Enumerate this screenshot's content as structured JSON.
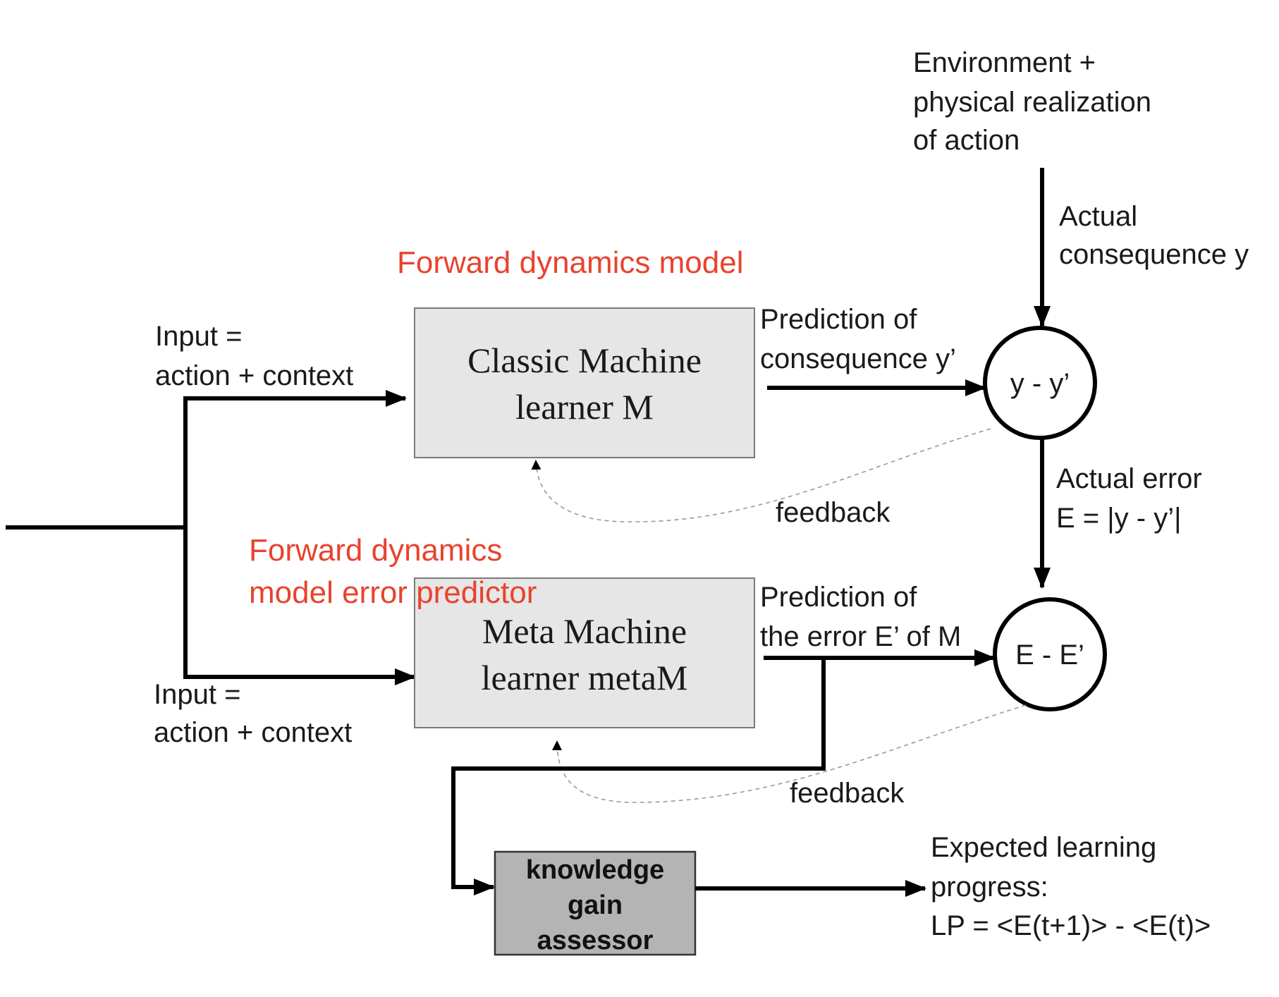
{
  "colors": {
    "accent_red": "#e8432e",
    "box_fill": "#e6e6e6",
    "assessor_fill": "#b4b4b4"
  },
  "environment": {
    "line1": "Environment +",
    "line2": "physical realization",
    "line3": "of action"
  },
  "actual_consequence": {
    "line1": "Actual",
    "line2": "consequence y"
  },
  "forward_model_title": "Forward dynamics model",
  "error_predictor_title": {
    "line1": "Forward dynamics",
    "line2": "model error predictor"
  },
  "input_top": {
    "line1": "Input =",
    "line2": "action + context"
  },
  "input_bottom": {
    "line1": "Input =",
    "line2": "action + context"
  },
  "classic_box": {
    "line1": "Classic Machine",
    "line2": "learner M"
  },
  "meta_box": {
    "line1": "Meta Machine",
    "line2": "learner metaM"
  },
  "prediction_consequence": {
    "line1": "Prediction of",
    "line2": "consequence y’"
  },
  "prediction_error": {
    "line1": "Prediction of",
    "line2": "the error E’ of M"
  },
  "circle_top": "y - y’",
  "circle_bottom": "E - E’",
  "actual_error": {
    "line1": "Actual error",
    "line2": "E = |y - y’|"
  },
  "feedback_top": "feedback",
  "feedback_bottom": "feedback",
  "assessor": {
    "line1": "knowledge",
    "line2": "gain",
    "line3": "assessor"
  },
  "expected_lp": {
    "line1": "Expected learning",
    "line2": "progress:",
    "line3": "LP = <E(t+1)> - <E(t)>"
  }
}
